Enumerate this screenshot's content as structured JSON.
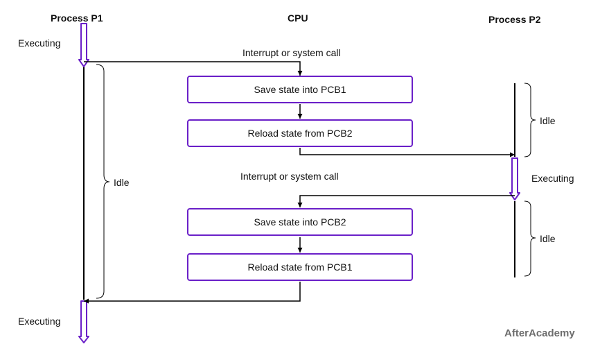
{
  "headers": {
    "p1": "Process P1",
    "cpu": "CPU",
    "p2": "Process P2"
  },
  "labels": {
    "p1_executing_top": "Executing",
    "p1_executing_bottom": "Executing",
    "p1_idle": "Idle",
    "p2_idle_top": "Idle",
    "p2_executing": "Executing",
    "p2_idle_bottom": "Idle",
    "interrupt_1": "Interrupt or system call",
    "interrupt_2": "Interrupt or system call"
  },
  "boxes": {
    "save_pcb1": "Save state into PCB1",
    "reload_pcb2": "Reload state from PCB2",
    "save_pcb2": "Save state into PCB2",
    "reload_pcb1": "Reload state from PCB1"
  },
  "brand": "AfterAcademy",
  "colors": {
    "accent": "#6a1fc8",
    "line": "#000000",
    "brand": "#6d6d6d"
  }
}
